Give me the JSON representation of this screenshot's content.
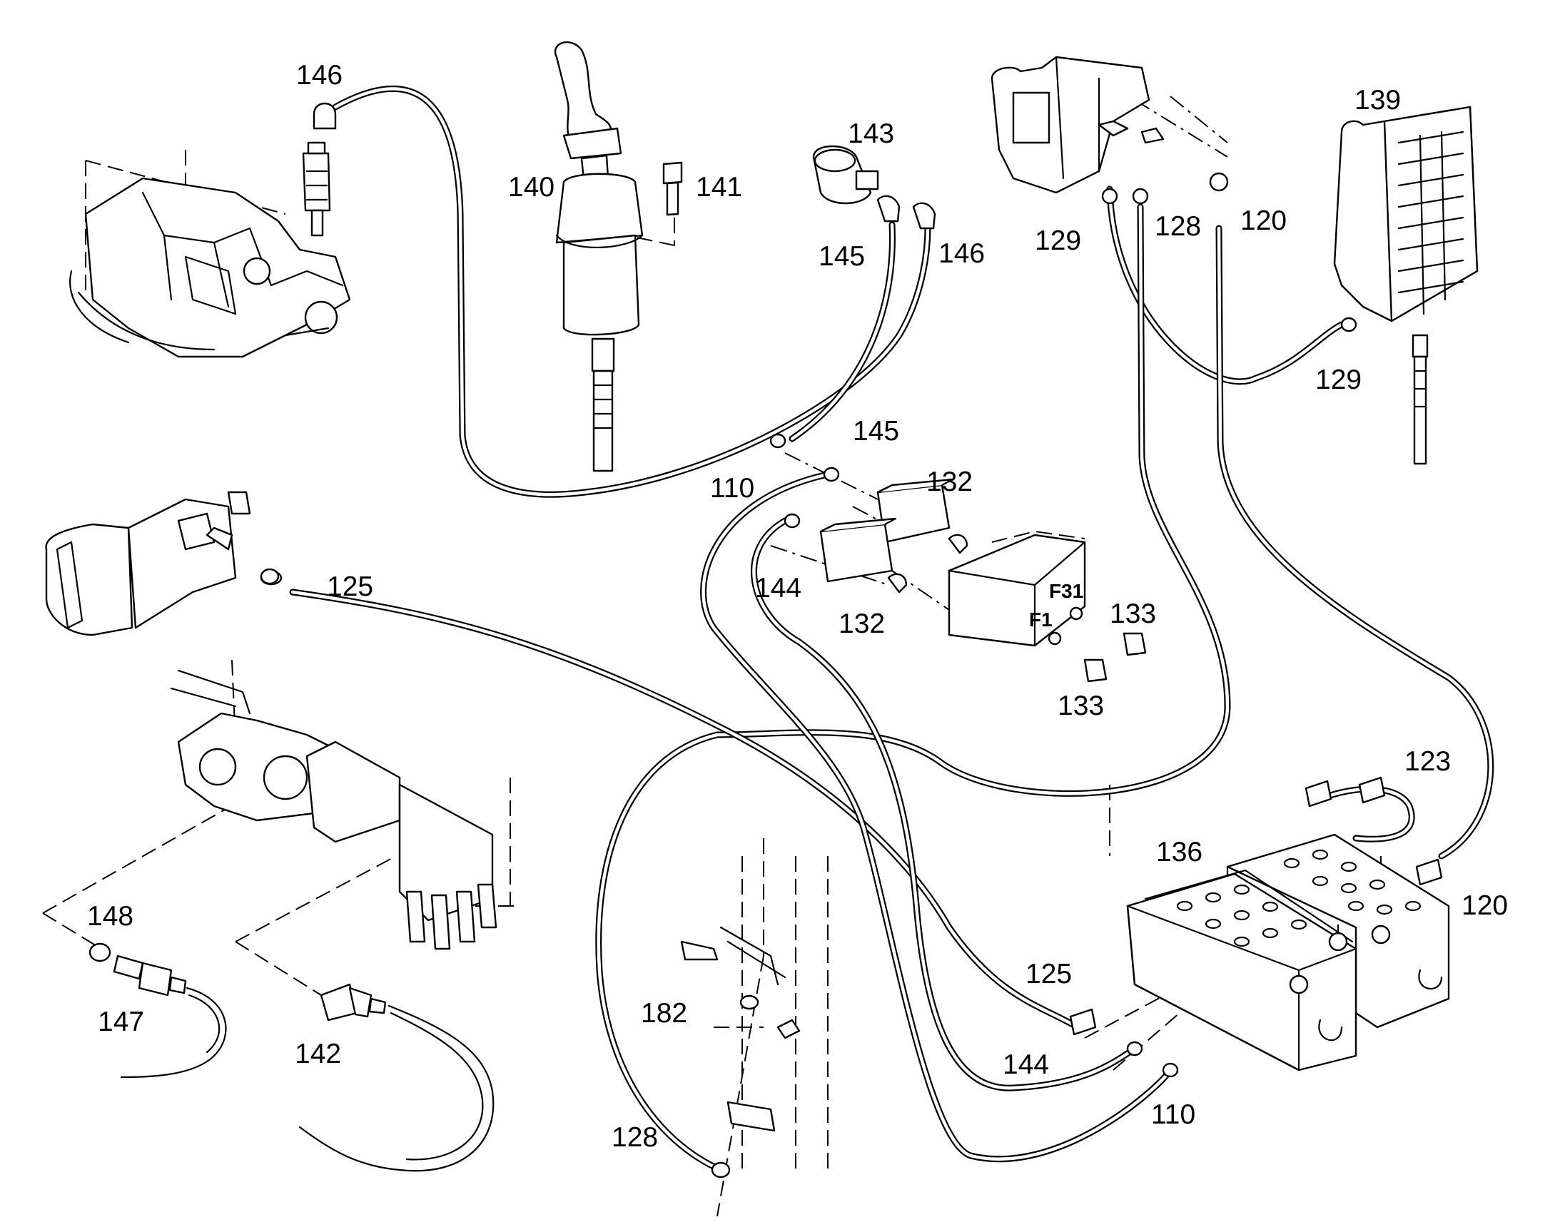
{
  "labels": {
    "l146a": "146",
    "l140": "140",
    "l141": "141",
    "l143": "143",
    "l145a": "145",
    "l146b": "146",
    "l129a": "129",
    "l128a": "128",
    "l120a": "120",
    "l139": "139",
    "l129b": "129",
    "l145b": "145",
    "l110a": "110",
    "l132a": "132",
    "l125a": "125",
    "l144a": "144",
    "l132b": "132",
    "lF31": "F31",
    "lF1": "F1",
    "l133a": "133",
    "l133b": "133",
    "l123": "123",
    "l136": "136",
    "l120b": "120",
    "l148": "148",
    "l147": "147",
    "l142": "142",
    "l182": "182",
    "l125b": "125",
    "l144b": "144",
    "l110b": "110",
    "l128b": "128"
  }
}
